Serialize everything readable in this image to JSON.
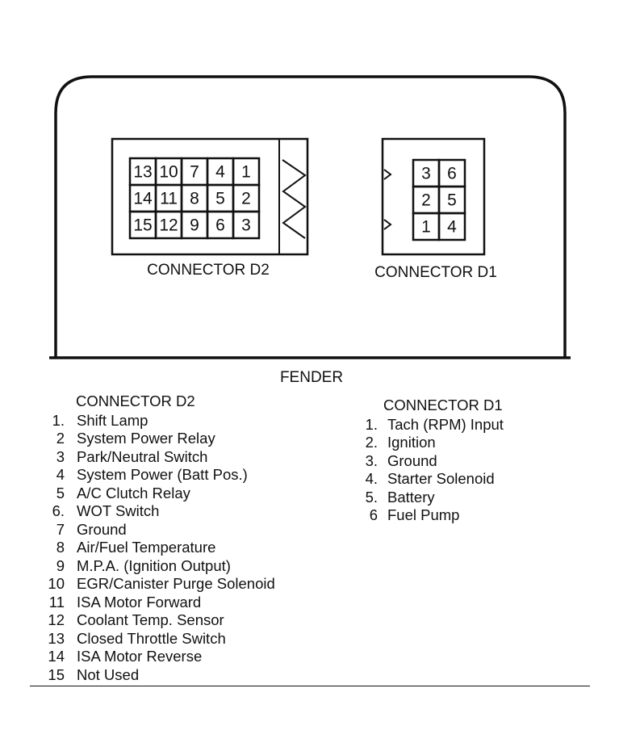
{
  "enclosure_label": "FENDER",
  "connector_d2": {
    "caption": "CONNECTOR D2",
    "pins": [
      [
        "13",
        "10",
        "7",
        "4",
        "1"
      ],
      [
        "14",
        "11",
        "8",
        "5",
        "2"
      ],
      [
        "15",
        "12",
        "9",
        "6",
        "3"
      ]
    ]
  },
  "connector_d1": {
    "caption": "CONNECTOR D1",
    "pins": [
      [
        "3",
        "6"
      ],
      [
        "2",
        "5"
      ],
      [
        "1",
        "4"
      ]
    ]
  },
  "legend_d2": {
    "heading": "CONNECTOR D2",
    "items": [
      {
        "num": "1.",
        "label": "Shift Lamp"
      },
      {
        "num": "2",
        "label": "System Power Relay"
      },
      {
        "num": "3",
        "label": "Park/Neutral Switch"
      },
      {
        "num": "4",
        "label": "System Power (Batt Pos.)"
      },
      {
        "num": "5",
        "label": "A/C Clutch Relay"
      },
      {
        "num": "6.",
        "label": "WOT Switch"
      },
      {
        "num": "7",
        "label": "Ground"
      },
      {
        "num": "8",
        "label": "Air/Fuel Temperature"
      },
      {
        "num": "9",
        "label": "M.P.A. (Ignition Output)"
      },
      {
        "num": "10",
        "label": "EGR/Canister Purge Solenoid"
      },
      {
        "num": "11",
        "label": "ISA Motor Forward"
      },
      {
        "num": "12",
        "label": "Coolant Temp. Sensor"
      },
      {
        "num": "13",
        "label": "Closed Throttle Switch"
      },
      {
        "num": "14",
        "label": "ISA Motor Reverse"
      },
      {
        "num": "15",
        "label": "Not Used"
      }
    ]
  },
  "legend_d1": {
    "heading": "CONNECTOR D1",
    "items": [
      {
        "num": "1.",
        "label": "Tach (RPM) Input"
      },
      {
        "num": "2.",
        "label": "Ignition"
      },
      {
        "num": "3.",
        "label": "Ground"
      },
      {
        "num": "4.",
        "label": "Starter Solenoid"
      },
      {
        "num": "5.",
        "label": "Battery"
      },
      {
        "num": "6",
        "label": "Fuel Pump"
      }
    ]
  }
}
